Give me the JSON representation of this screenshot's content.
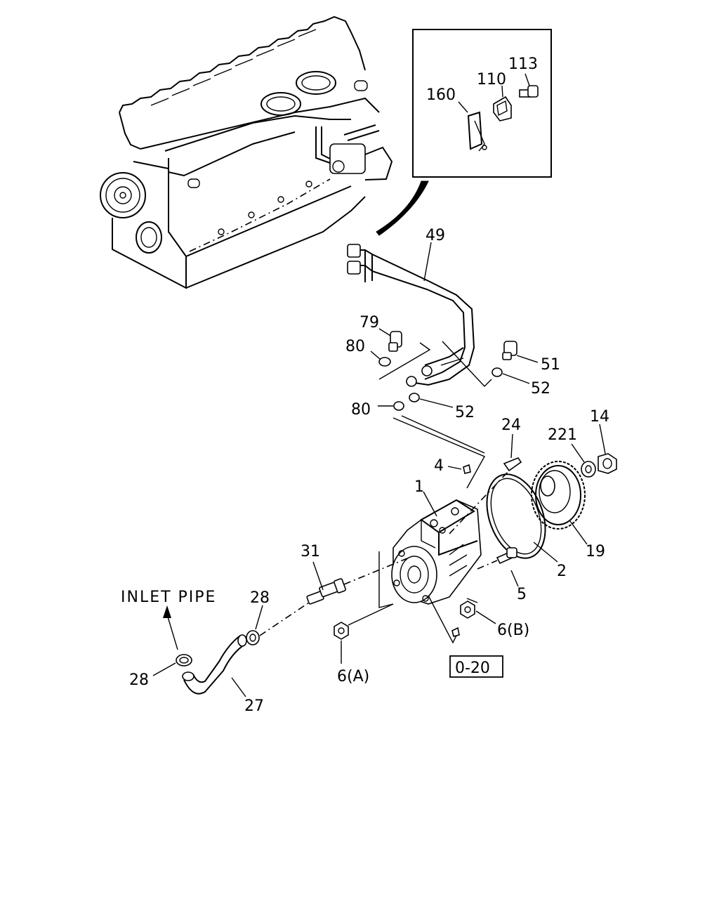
{
  "callouts": {
    "p160": "160",
    "p110": "110",
    "p113": "113",
    "p49": "49",
    "p79": "79",
    "p80a": "80",
    "p80b": "80",
    "p51": "51",
    "p52a": "52",
    "p52b": "52",
    "p24": "24",
    "p221": "221",
    "p14": "14",
    "p4": "4",
    "p1": "1",
    "p19": "19",
    "p31": "31",
    "p2": "2",
    "p5": "5",
    "p28a": "28",
    "p28b": "28",
    "p6b": "6(B)",
    "p6a": "6(A)",
    "p27": "27"
  },
  "inlet_pipe_label": "INLET PIPE",
  "ref_box_label": "0-20"
}
